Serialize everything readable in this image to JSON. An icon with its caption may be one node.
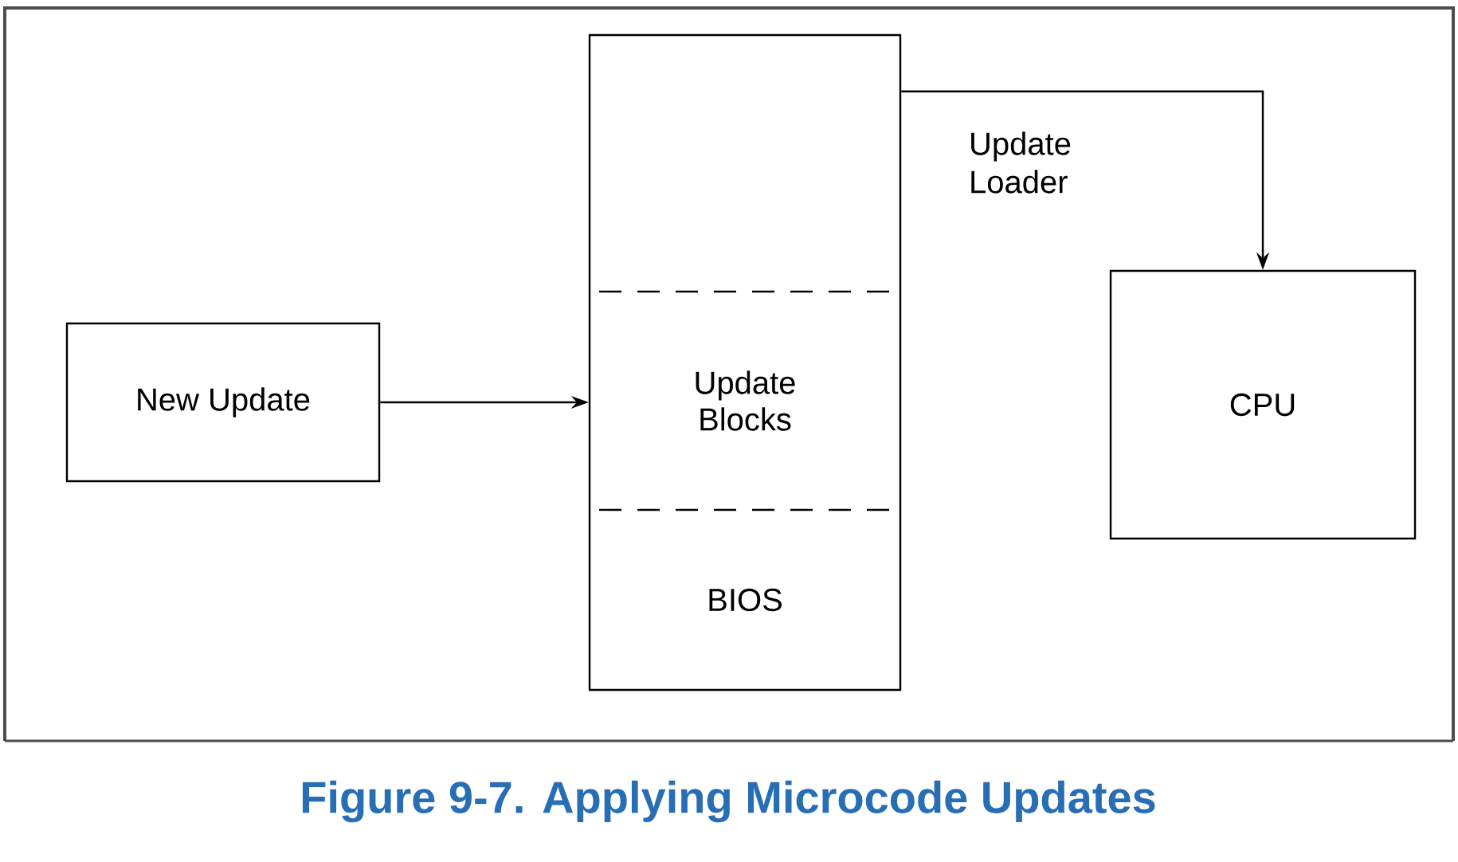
{
  "diagram": {
    "caption": "Figure 9-7. Applying Microcode Updates",
    "nodes": [
      {
        "text": [
          "New Update"
        ]
      },
      {
        "text": [],
        "shape": "box"
      },
      {
        "text": [
          "Update Blocks"
        ],
        "in": 1
      },
      {
        "text": [
          "BIOS"
        ],
        "in": 1
      },
      {
        "text": [
          "CPU"
        ]
      }
    ],
    "edges": [
      {
        "from": 0,
        "to": 1,
        "arrow": "to"
      },
      {
        "from": 1,
        "to": 4,
        "arrow": "to",
        "label": "Update Loader"
      }
    ]
  }
}
